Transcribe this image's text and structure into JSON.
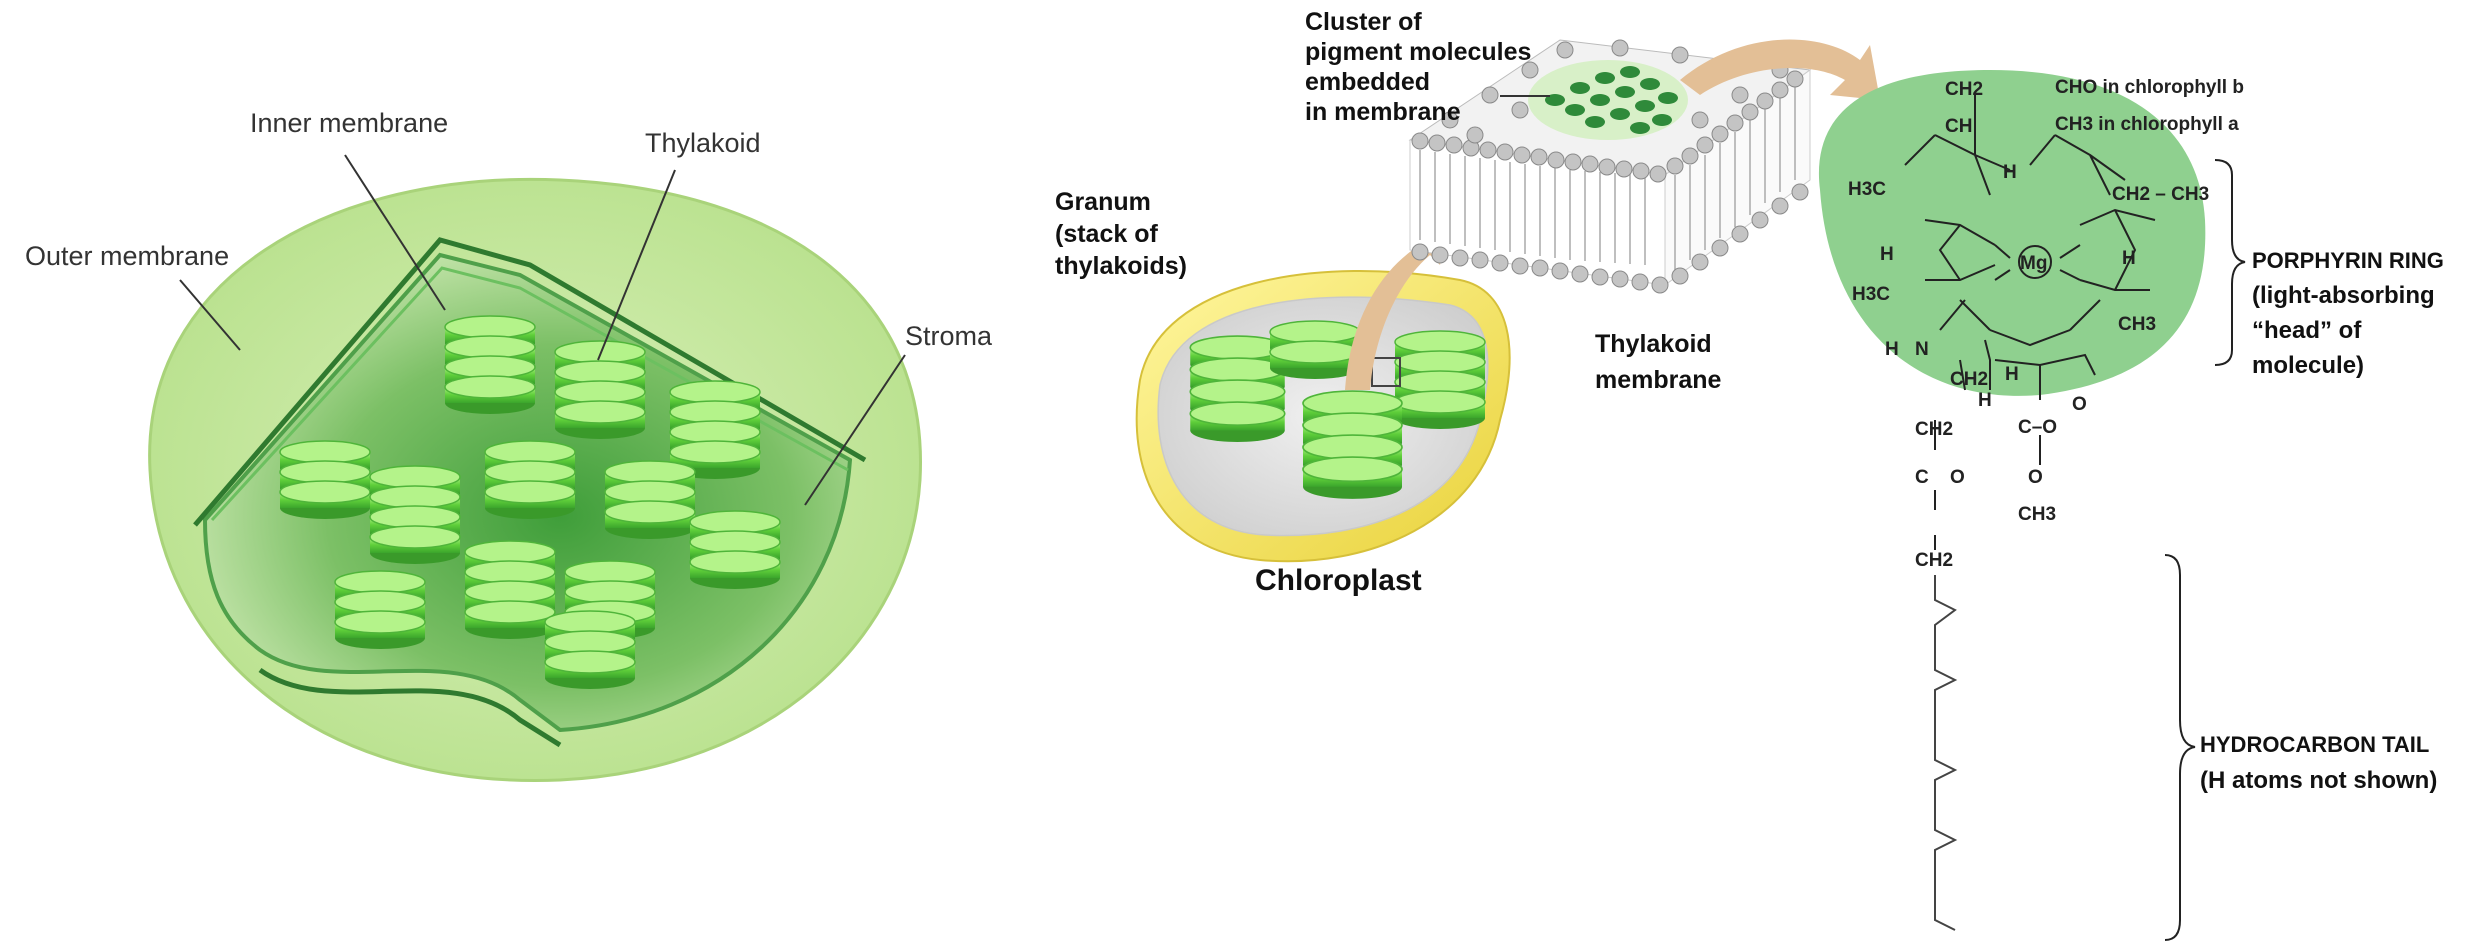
{
  "left_diagram": {
    "labels": {
      "inner_membrane": "Inner membrane",
      "thylakoid": "Thylakoid",
      "outer_membrane": "Outer membrane",
      "stroma": "Stroma"
    }
  },
  "middle_diagram": {
    "labels": {
      "cluster_line1": "Cluster of",
      "cluster_line2": "pigment molecules",
      "cluster_line3": "embedded",
      "cluster_line4": "in membrane",
      "granum_line1": "Granum",
      "granum_line2": "(stack of",
      "granum_line3": "thylakoids)",
      "thylakoid_membrane_line1": "Thylakoid",
      "thylakoid_membrane_line2": "membrane",
      "chloroplast": "Chloroplast"
    }
  },
  "molecule": {
    "annotations": {
      "cho_b": "CHO in chlorophyll b",
      "ch3_a": "CH3 in chlorophyll a",
      "porphyrin_title": "PORPHYRIN RING",
      "porphyrin_line2": "(light-absorbing",
      "porphyrin_line3": "“head” of",
      "porphyrin_line4": "molecule)",
      "tail_title": "HYDROCARBON TAIL",
      "tail_line2": "(H atoms not shown)"
    },
    "atoms": {
      "ch2_top": "CH2",
      "ch_top": "CH",
      "h_top": "H",
      "h3c_left1": "H3C",
      "ch2ch3": "CH2 – CH3",
      "h_left": "H",
      "mg": "Mg",
      "h_right": "H",
      "h3c_left2": "H3C",
      "ch3_right": "CH3",
      "h_lowleft": "H",
      "ch2_a": "CH2",
      "h_a": "H",
      "h_b": "H",
      "o_right": "O",
      "ch2_b": "CH2",
      "coo": "C–O",
      "o_ester": "O",
      "o_lower": "O",
      "ch3_lower": "CH3",
      "ch2_c": "CH2",
      "n": "N",
      "c": "C"
    }
  },
  "colors": {
    "ring_fill": "#8fd08f",
    "thylakoid_green": "#5ccf3c",
    "outer_membrane": "#cfe9a0",
    "envelope_yellow": "#f3e56a",
    "arrow": "#e3bf96"
  }
}
